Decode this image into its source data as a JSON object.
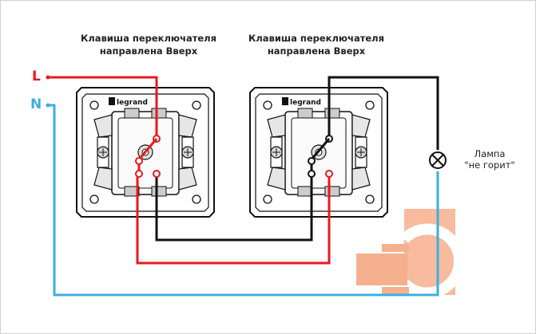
{
  "captions": {
    "left": {
      "line1": "Клавиша переключателя",
      "line2": "направлена Вверх"
    },
    "right": {
      "line1": "Клавиша переключателя",
      "line2": "направлена Вверх"
    }
  },
  "terminals": {
    "live": "L",
    "neutral": "N"
  },
  "lamp": {
    "line1": "Лампа",
    "line2": "\"не горит\""
  },
  "brand": "legrand",
  "colors": {
    "live_wire": "#e8191d",
    "neutral_wire": "#3aaee2",
    "traveler_black": "#111111",
    "watermark": "#f4a37a"
  },
  "icons": [
    "legrand-logo-icon",
    "lamp-icon",
    "plug-watermark-icon"
  ]
}
